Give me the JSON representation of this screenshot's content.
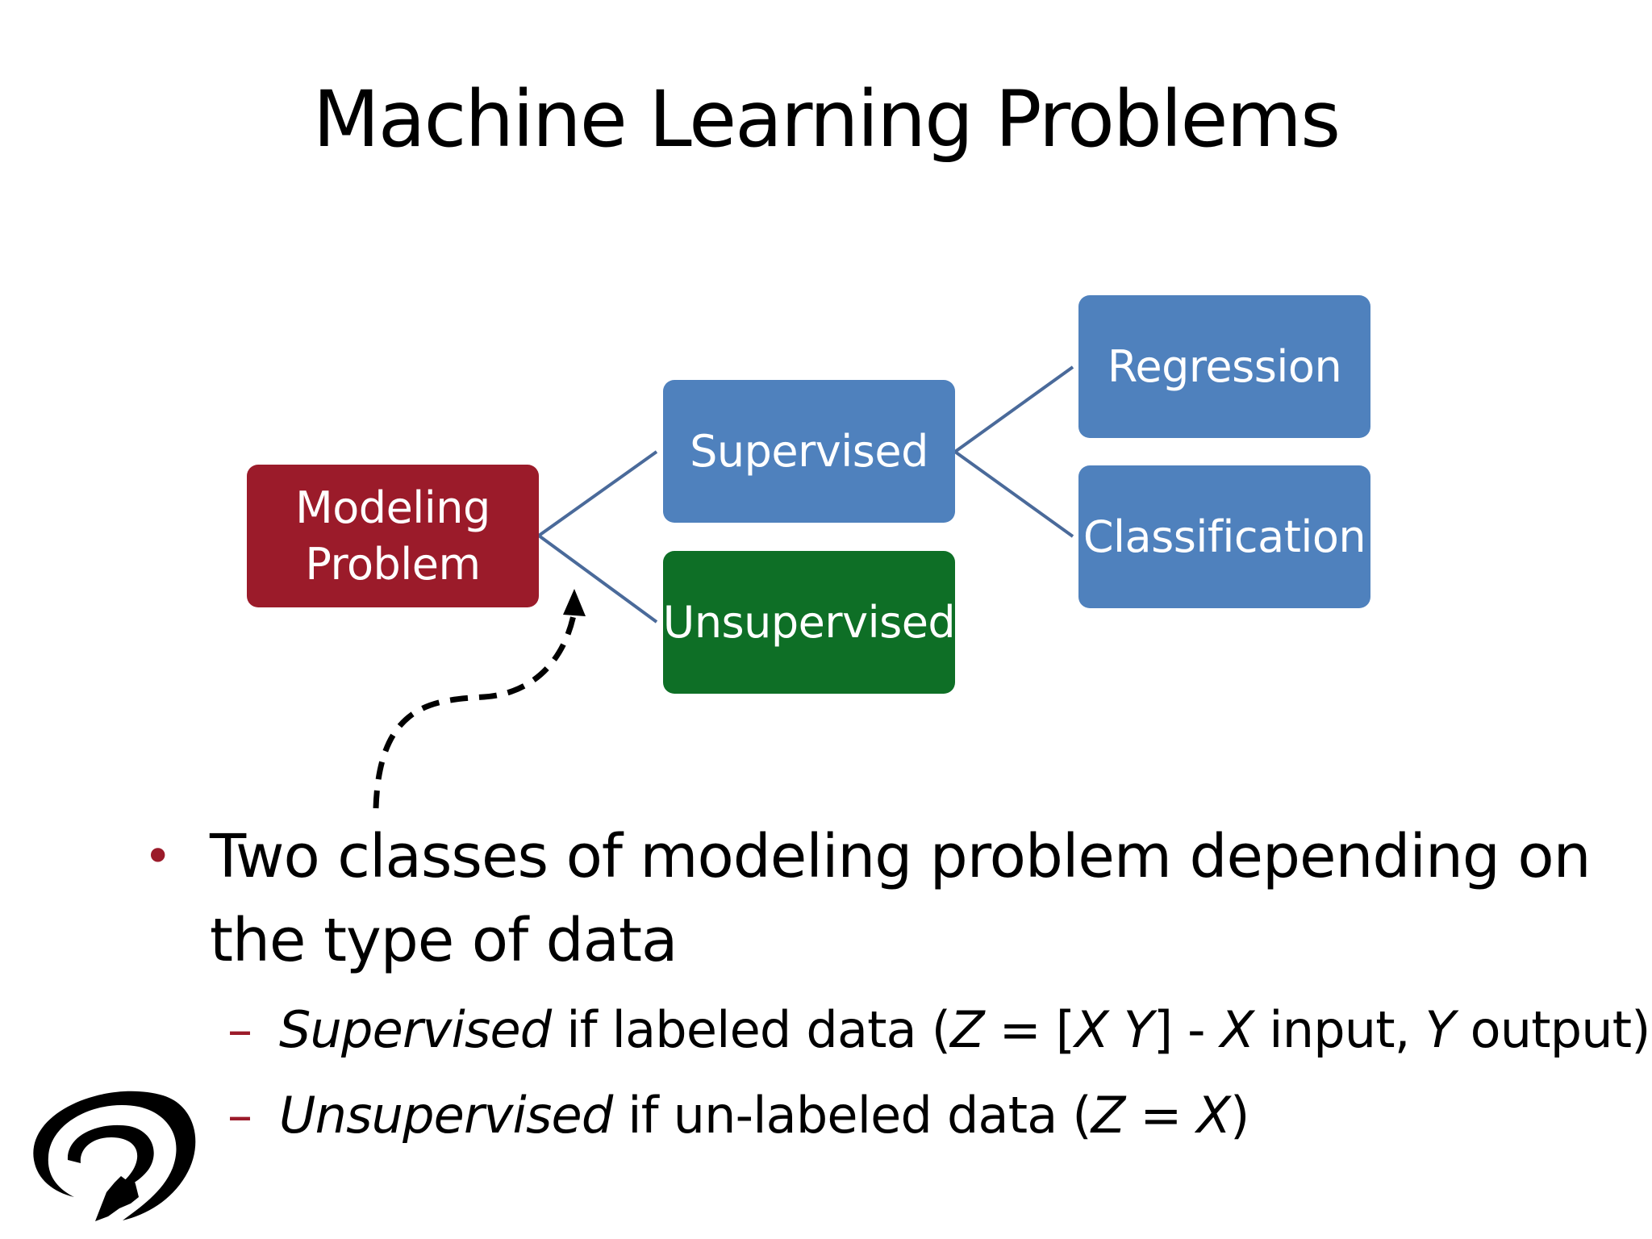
{
  "slide": {
    "title": "Machine Learning Problems",
    "diagram": {
      "nodes": [
        {
          "id": "modeling",
          "label": "Modeling\nProblem",
          "color": "#9b1b2a"
        },
        {
          "id": "supervised",
          "label": "Supervised",
          "color": "#4f81bd"
        },
        {
          "id": "unsupervised",
          "label": "Unsupervised",
          "color": "#0e6f26"
        },
        {
          "id": "regression",
          "label": "Regression",
          "color": "#4f81bd"
        },
        {
          "id": "classification",
          "label": "Classification",
          "color": "#4f81bd"
        }
      ],
      "edges": [
        {
          "from": "modeling",
          "to": "supervised"
        },
        {
          "from": "modeling",
          "to": "unsupervised"
        },
        {
          "from": "supervised",
          "to": "regression"
        },
        {
          "from": "supervised",
          "to": "classification"
        }
      ],
      "connector_color": "#4a6a9a",
      "arrow_color": "#000000"
    },
    "bullets": {
      "bullet_symbol": "•",
      "bullet_color": "#9b1b2a",
      "main": "Two classes of modeling problem depending on the type of data",
      "sub_dash": "–",
      "sub_dash_color": "#9b1b2a",
      "sub1": {
        "term": "Supervised",
        "t1": " if labeled data (",
        "z": "Z",
        "t2": " = [",
        "x": "X",
        "t3": " ",
        "y": "Y",
        "t4": "] - ",
        "x2": "X",
        "t5": " input, ",
        "y2": "Y",
        "t6": " output)"
      },
      "sub2": {
        "term": "Unsupervised",
        "t1": " if un-labeled data (",
        "z": "Z",
        "t2": " = ",
        "x": "X",
        "t3": ")"
      }
    },
    "logo_icon": "wolf-swirl-logo"
  }
}
